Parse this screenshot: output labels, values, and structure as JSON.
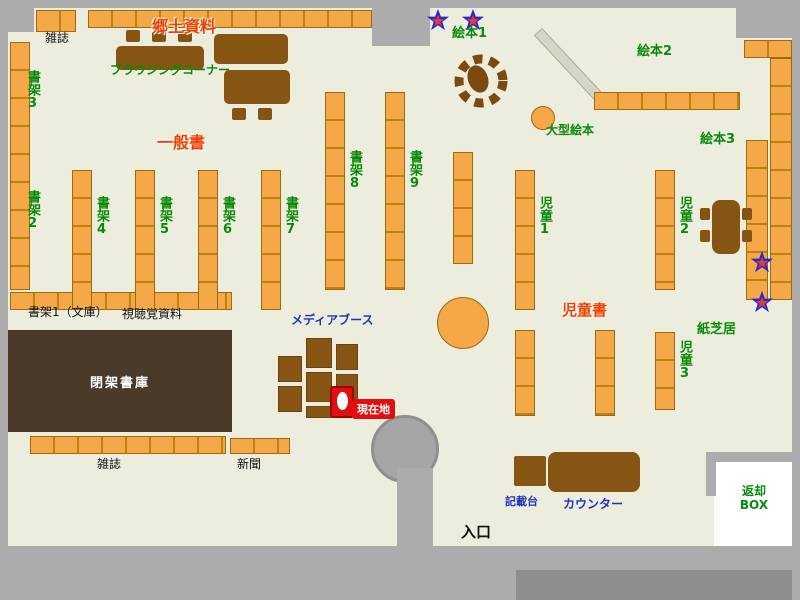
{
  "colors": {
    "floor": "#EDEDDE",
    "wall_gray": "#ACACAC",
    "shelf_orange": "#F4A848",
    "table_brown": "#865413",
    "closed_stacks_brown": "#4A3A2A",
    "label_green": "#0A8A0A",
    "label_red": "#F04000",
    "label_blue": "#2233BB",
    "current_location_red": "#E01010",
    "star_outer_blue": "#2929C8",
    "star_inner_red": "#E83838"
  },
  "areas": {
    "local_materials": "郷土資料",
    "general_books": "一般書",
    "children_books": "児童書"
  },
  "shelves": {
    "s1_bunko": "書架1（文庫）",
    "s2": "書架2",
    "s3": "書架3",
    "s4": "書架4",
    "s5": "書架5",
    "s6": "書架6",
    "s7": "書架7",
    "s8": "書架8",
    "s9": "書架9"
  },
  "children": {
    "c1": "児童1",
    "c2": "児童2",
    "c3": "児童3"
  },
  "picture_books": {
    "p1": "絵本1",
    "p2": "絵本2",
    "p3": "絵本3",
    "large": "大型絵本"
  },
  "facilities": {
    "magazines_top": "雑誌",
    "browsing_corner": "ブラウジングコーナー",
    "audiovisual": "視聴覚資料",
    "media_booth": "メディアブース",
    "current_location": "現在地",
    "closed_stacks": "閉架書庫",
    "magazines_bottom": "雑誌",
    "newspapers": "新聞",
    "entrance": "入口",
    "writing_desk": "記載台",
    "counter": "カウンター",
    "return_box": [
      "返却",
      "BOX"
    ],
    "kamishibai": "紙芝居"
  }
}
